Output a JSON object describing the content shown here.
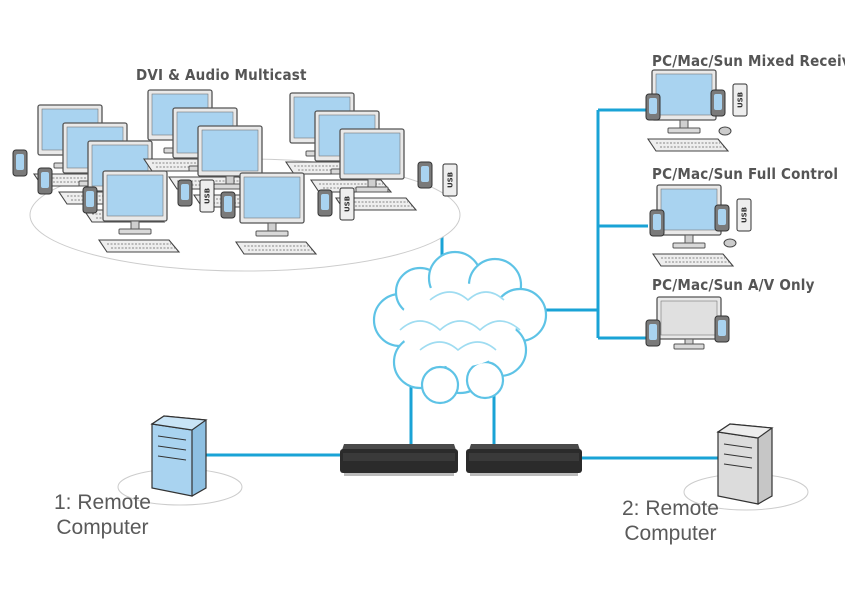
{
  "labels": {
    "multicast": "DVI & Audio Multicast",
    "mixed_receiver": "PC/Mac/Sun Mixed Receiver",
    "full_control": "PC/Mac/Sun Full Control",
    "av_only": "PC/Mac/Sun A/V Only",
    "remote1_line1": "1: Remote",
    "remote1_line2": "Computer",
    "remote2_line1": "2: Remote",
    "remote2_line2": "Computer"
  },
  "device_text": {
    "usb": "USB"
  },
  "colors": {
    "link": "#1aa3d6",
    "screen": "#a9d3f0",
    "cloud_stroke": "#5ec3e6",
    "tower_blue": "#a9d3f0",
    "tower_grey": "#dcdcdc",
    "extender": "#2b2b2b"
  },
  "icons": {
    "network": "cloud-icon",
    "extender": "kvm-extender-icon",
    "computer": "tower-pc-icon",
    "workstation": "workstation-icon"
  }
}
